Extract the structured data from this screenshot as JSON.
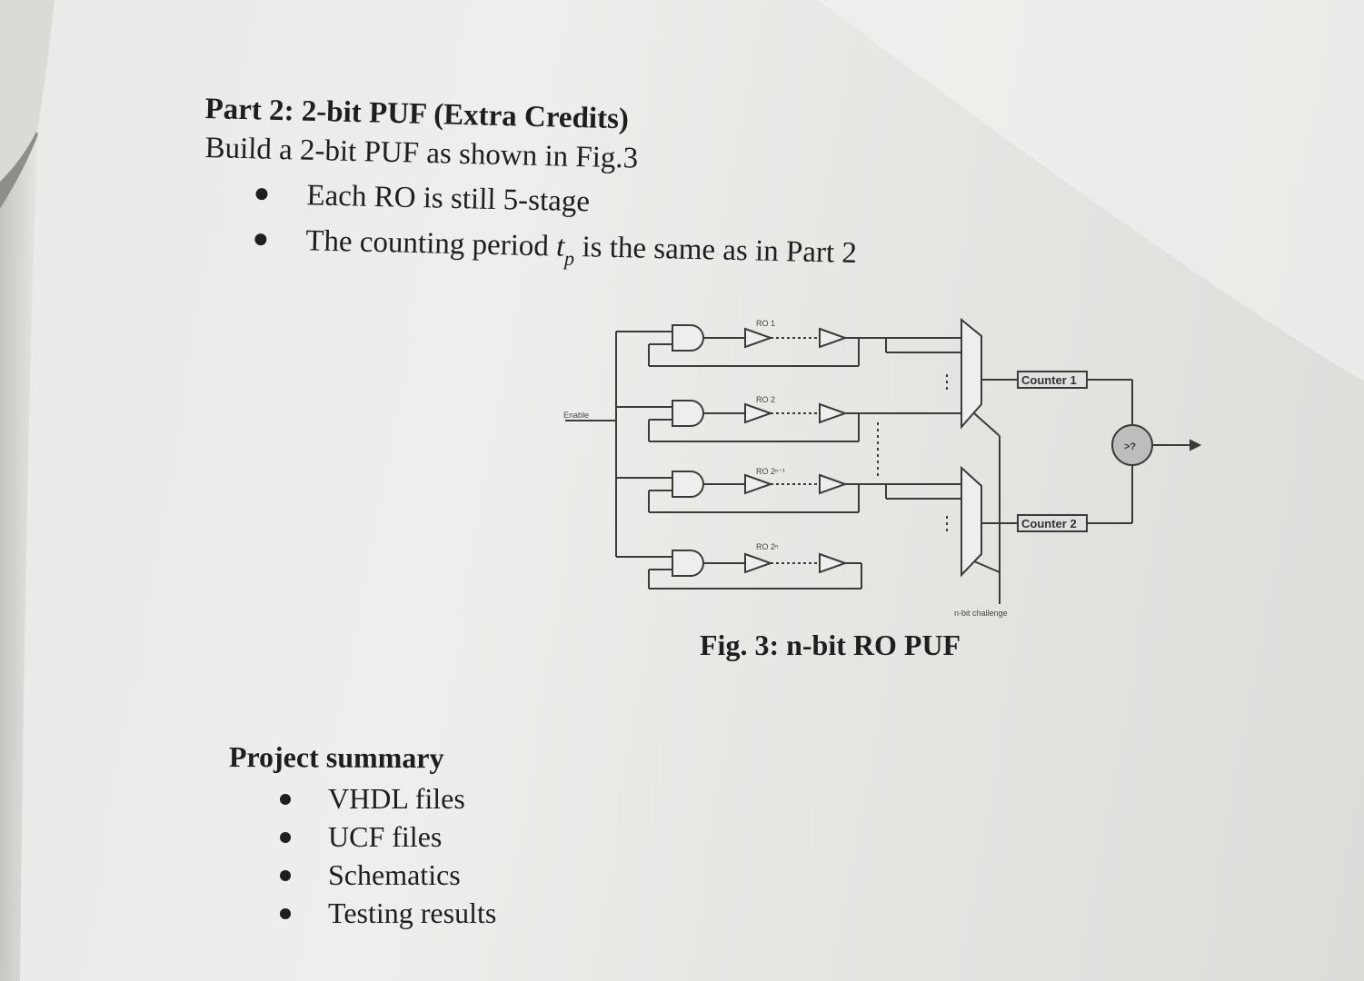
{
  "part": {
    "heading": "Part 2: 2-bit PUF (Extra Credits)",
    "intro": "Build a 2-bit PUF as shown in Fig.3",
    "bullets": [
      {
        "text": "Each RO is still 5-stage"
      },
      {
        "before": "The counting period ",
        "var": "t",
        "sub": "p",
        "after": " is the same as in Part 2"
      }
    ]
  },
  "figure": {
    "caption": "Fig. 3: n-bit RO PUF",
    "enable_label": "Enable",
    "ro_labels": [
      "RO 1",
      "RO 2",
      "RO 2ⁿ⁻¹",
      "RO 2ⁿ"
    ],
    "counter1_label": "Counter 1",
    "counter2_label": "Counter 2",
    "comparator_label": ">?",
    "challenge_label": "n-bit challenge"
  },
  "summary": {
    "title": "Project summary",
    "items": [
      "VHDL files",
      "UCF files",
      "Schematics",
      "Testing results"
    ]
  }
}
